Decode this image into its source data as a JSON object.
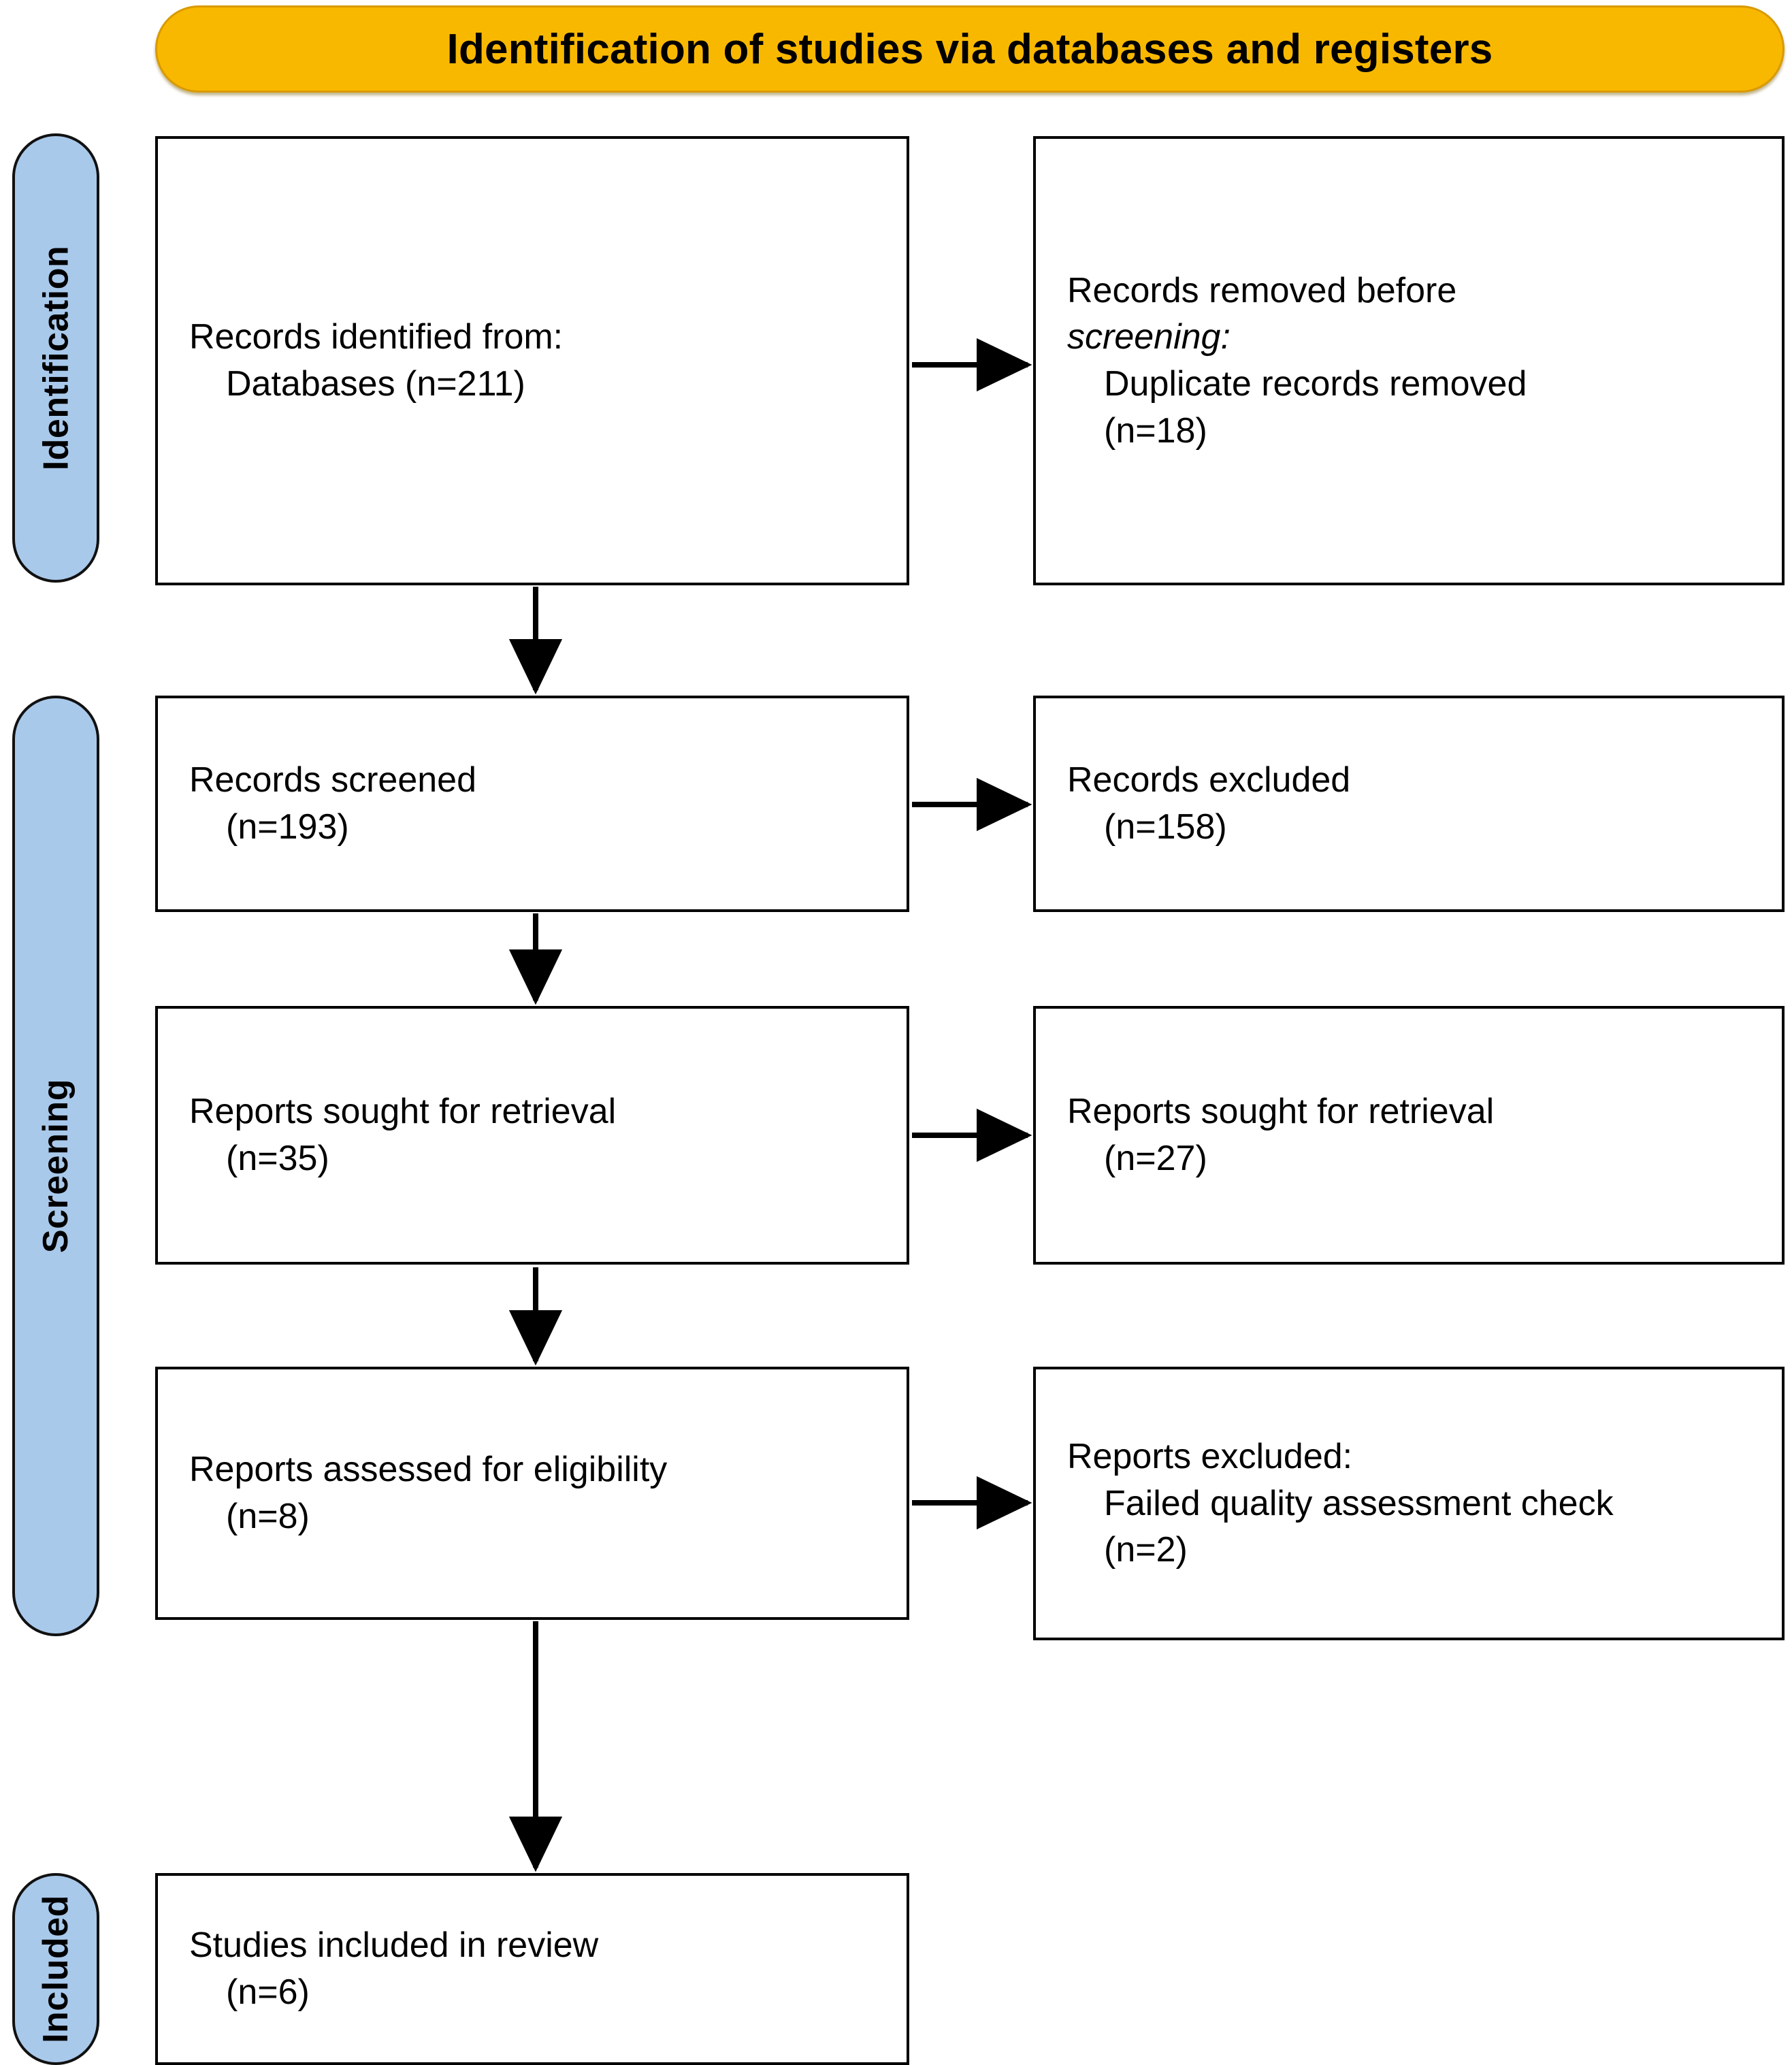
{
  "banner": {
    "title": "Identification of studies via databases and registers",
    "color": "#F9B800"
  },
  "stages": [
    {
      "id": "identification",
      "label": "Identification",
      "color": "#A9C9EB"
    },
    {
      "id": "screening",
      "label": "Screening",
      "color": "#A9C9EB"
    },
    {
      "id": "included",
      "label": "Included",
      "color": "#A9C9EB"
    }
  ],
  "boxes": {
    "identified": {
      "line1": "Records identified from:",
      "line2": "Databases (n=211)"
    },
    "removed": {
      "line1": "Records removed ",
      "line1_italic": "before",
      "line2_italic": "screening:",
      "line3": "Duplicate records removed",
      "line4": "(n=18)"
    },
    "screened": {
      "line1": "Records screened",
      "line2": "(n=193)"
    },
    "excluded": {
      "line1": "Records excluded",
      "line2": "(n=158)"
    },
    "sought_left": {
      "line1": "Reports sought for retrieval",
      "line2": "(n=35)"
    },
    "sought_right": {
      "line1": "Reports sought for retrieval",
      "line2": "(n=27)"
    },
    "assessed": {
      "line1": "Reports assessed for eligibility",
      "line2": "(n=8)"
    },
    "excluded_reports": {
      "line1": "Reports excluded:",
      "line2": "Failed quality assessment check",
      "line3": "(n=2)"
    },
    "included": {
      "line1": "Studies included in review",
      "line2": "(n=6)"
    }
  },
  "chart_data": {
    "type": "diagram",
    "title": "PRISMA flow diagram",
    "flow": [
      {
        "stage": "Identification",
        "node": "Records identified from: Databases",
        "n": 211
      },
      {
        "stage": "Identification",
        "node": "Duplicate records removed before screening",
        "n": 18
      },
      {
        "stage": "Screening",
        "node": "Records screened",
        "n": 193
      },
      {
        "stage": "Screening",
        "node": "Records excluded",
        "n": 158
      },
      {
        "stage": "Screening",
        "node": "Reports sought for retrieval (left)",
        "n": 35
      },
      {
        "stage": "Screening",
        "node": "Reports sought for retrieval (right)",
        "n": 27
      },
      {
        "stage": "Screening",
        "node": "Reports assessed for eligibility",
        "n": 8
      },
      {
        "stage": "Screening",
        "node": "Reports excluded: Failed quality assessment check",
        "n": 2
      },
      {
        "stage": "Included",
        "node": "Studies included in review",
        "n": 6
      }
    ]
  }
}
